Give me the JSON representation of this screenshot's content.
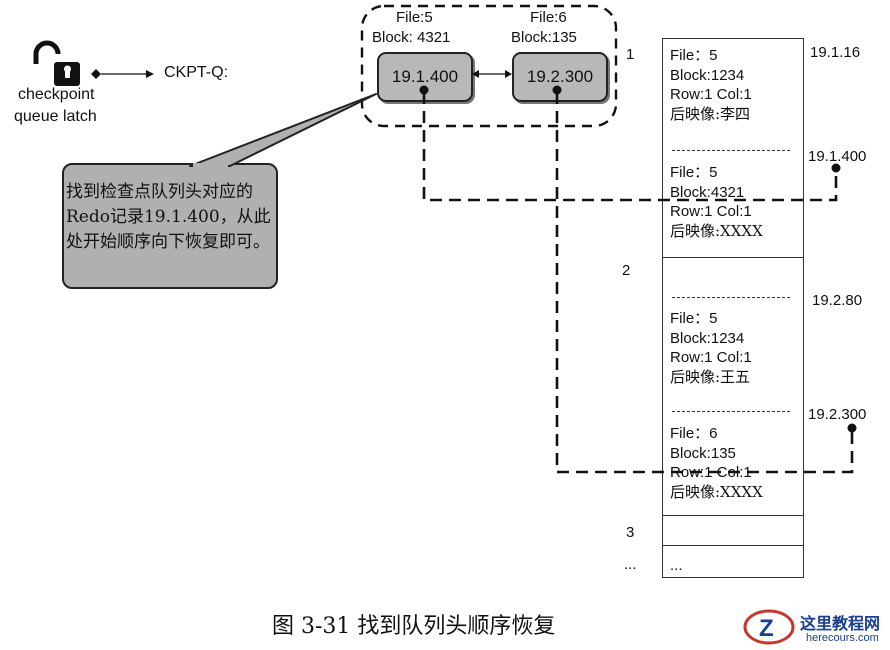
{
  "latch": {
    "line1": "checkpoint",
    "line2": "queue latch",
    "queue_label": "CKPT-Q:"
  },
  "nodes": [
    {
      "file": "File:5",
      "block": "Block: 4321",
      "rba": "19.1.400"
    },
    {
      "file": "File:6",
      "block": "Block:135",
      "rba": "19.2.300"
    }
  ],
  "callout": {
    "text": "找到检查点队列头对应的Redo记录19.1.400，从此处开始顺序向下恢复即可。"
  },
  "log": {
    "group_labels": [
      "1",
      "2",
      "3",
      "..."
    ],
    "records": [
      {
        "rba": "19.1.16",
        "file": "File：5",
        "block": "Block:1234",
        "rowcol": "Row:1  Col:1",
        "after": "后映像:李四"
      },
      {
        "rba": "19.1.400",
        "file": "File：5",
        "block": "Block:4321",
        "rowcol": "Row:1  Col:1",
        "after": "后映像:XXXX"
      },
      {
        "rba": "19.2.80",
        "file": "File：5",
        "block": "Block:1234",
        "rowcol": "Row:1  Col:1",
        "after": "后映像:王五"
      },
      {
        "rba": "19.2.300",
        "file": "File：6",
        "block": "Block:135",
        "rowcol": "Row:1  Col:1",
        "after": "后映像:XXXX"
      }
    ],
    "ellipsis": "..."
  },
  "caption": "图 3-31    找到队列头顺序恢复",
  "watermark": {
    "cn": "这里教程网",
    "en": "herecours.com"
  },
  "colors": {
    "node_fill": "#b8b8b8",
    "callout_fill": "#b0b0b0",
    "line": "#111111",
    "watermark": "#1a3f8f"
  },
  "icons": {
    "latch": "unlocked-padlock-icon",
    "logo": "watermark-logo-icon"
  }
}
